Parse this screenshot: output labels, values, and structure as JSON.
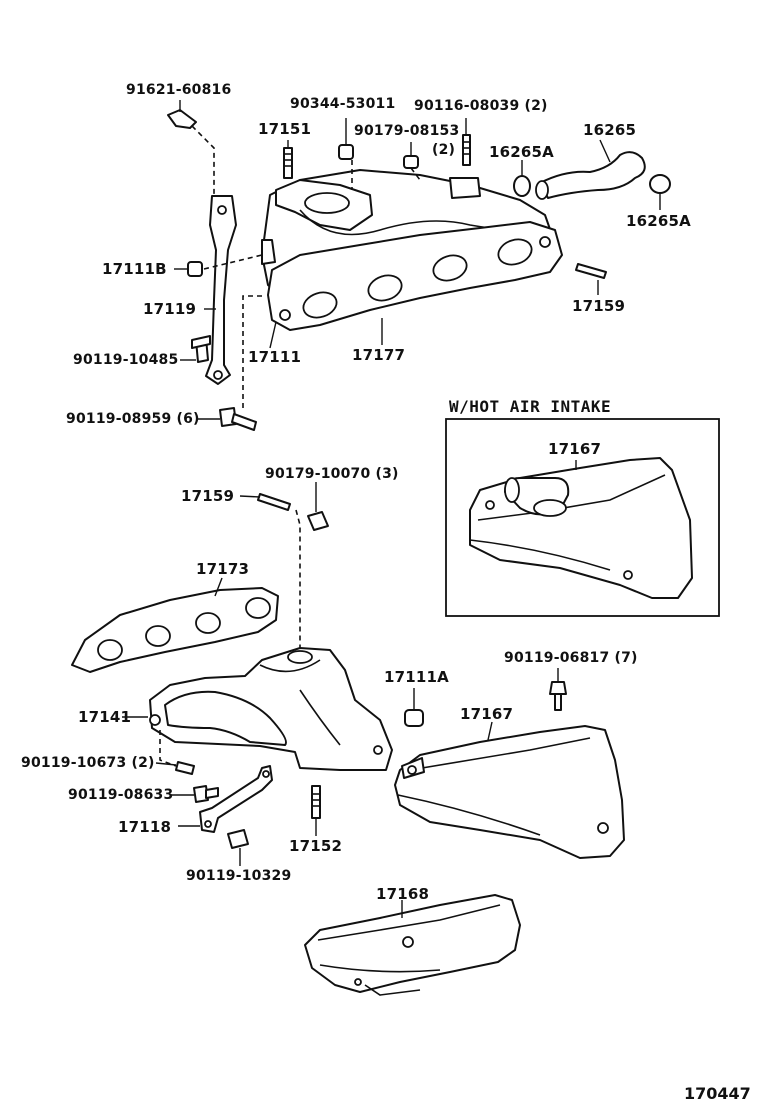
{
  "diagram": {
    "figure_number": "170447",
    "inset_title": "W/HOT AIR INTAKE",
    "labels": {
      "p91621_60816": "91621-60816",
      "p90344_53011": "90344-53011",
      "p90116_08039": "90116-08039 (2)",
      "p17151": "17151",
      "p90179_08153": "90179-08153",
      "p90179_08153_qty": "(2)",
      "p16265": "16265",
      "p16265A_top": "16265A",
      "p16265A_bottom": "16265A",
      "p17111B": "17111B",
      "p17119": "17119",
      "p17159_top": "17159",
      "p90119_10485": "90119-10485",
      "p17111": "17111",
      "p17177": "17177",
      "p90119_08959": "90119-08959 (6)",
      "p17167_inset": "17167",
      "p90179_10070": "90179-10070 (3)",
      "p17159_mid": "17159",
      "p17173": "17173",
      "p90119_06817": "90119-06817 (7)",
      "p17111A": "17111A",
      "p17167": "17167",
      "p17141": "17141",
      "p90119_10673": "90119-10673 (2)",
      "p90119_08633": "90119-08633",
      "p17118": "17118",
      "p17152": "17152",
      "p90119_10329": "90119-10329",
      "p17168": "17168"
    }
  }
}
